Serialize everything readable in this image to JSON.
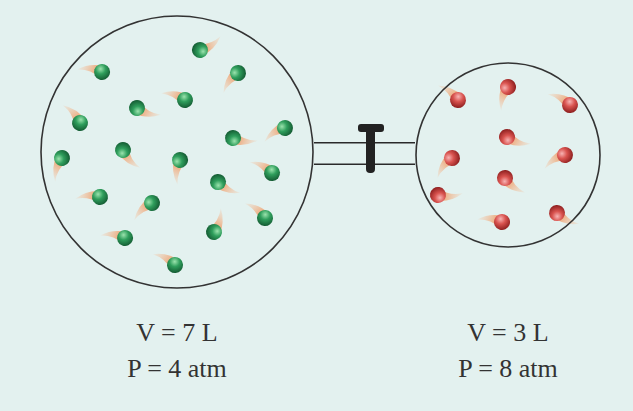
{
  "diagram": {
    "nodes": [
      {
        "text": [
          "V = 7 L",
          "P = 4 atm"
        ]
      },
      {
        "text": [
          "V = 3 L",
          "P = 8 atm"
        ]
      }
    ],
    "edges": [
      {
        "from": 0,
        "to": 1,
        "arrow": "none"
      }
    ]
  }
}
